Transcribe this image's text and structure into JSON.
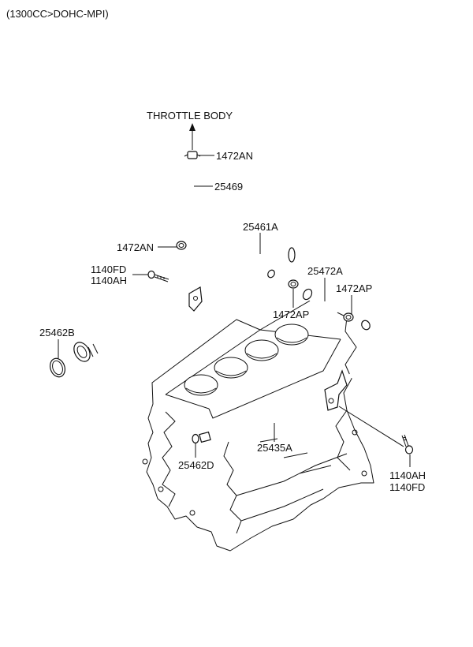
{
  "header": {
    "title": "(1300CC>DOHC-MPI)"
  },
  "annotations": {
    "throttle_body": "THROTTLE BODY"
  },
  "parts": [
    {
      "id": "p1472an_top",
      "code": "1472AN"
    },
    {
      "id": "p25469",
      "code": "25469"
    },
    {
      "id": "p25461a",
      "code": "25461A"
    },
    {
      "id": "p1472an_left",
      "code": "1472AN"
    },
    {
      "id": "p1140fd_left",
      "code": "1140FD"
    },
    {
      "id": "p1140ah_left",
      "code": "1140AH"
    },
    {
      "id": "p25472a",
      "code": "25472A"
    },
    {
      "id": "p1472ap_right",
      "code": "1472AP"
    },
    {
      "id": "p1472ap_mid",
      "code": "1472AP"
    },
    {
      "id": "p25462b",
      "code": "25462B"
    },
    {
      "id": "p25435a",
      "code": "25435A"
    },
    {
      "id": "p25462d",
      "code": "25462D"
    },
    {
      "id": "p1140ah_right",
      "code": "1140AH"
    },
    {
      "id": "p1140fd_right",
      "code": "1140FD"
    }
  ]
}
